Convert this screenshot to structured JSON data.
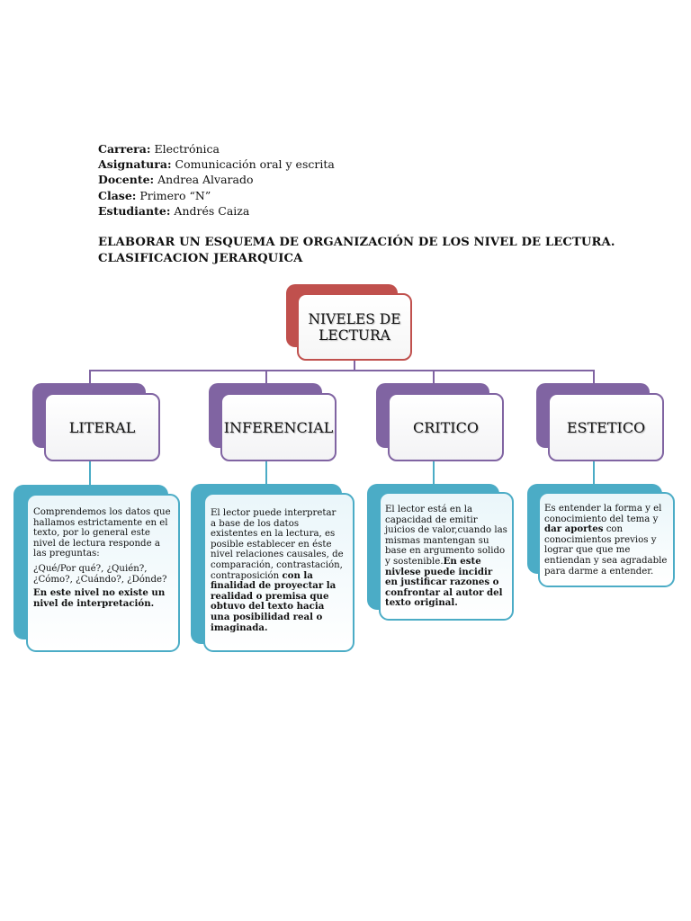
{
  "header": {
    "career_label": "Carrera:",
    "career_value": " Electrónica",
    "subject_label": "Asignatura:",
    "subject_value": " Comunicación oral y escrita",
    "teacher_label": "Docente:",
    "teacher_value": " Andrea Alvarado",
    "class_label": "Clase:",
    "class_value": " Primero “N”",
    "student_label": "Estudiante:",
    "student_value": " Andrés Caiza"
  },
  "task": {
    "line1": "ELABORAR UN ESQUEMA DE ORGANIZACIÓN DE LOS NIVEL DE LECTURA.",
    "line2": "CLASIFICACION JERARQUICA"
  },
  "diagram": {
    "root": {
      "line1": "NIVELES DE",
      "line2": "LECTURA"
    },
    "levels": [
      {
        "title": "LITERAL"
      },
      {
        "title": "INFERENCIAL"
      },
      {
        "title": "CRITICO"
      },
      {
        "title": "ESTETICO"
      }
    ],
    "cards": {
      "literal": {
        "p1": "Comprendemos los datos que hallamos estrictamente en el texto, por lo general este nivel de lectura responde a las preguntas:",
        "p2": "¿Qué/Por qué?, ¿Quién?,¿Cómo?, ¿Cuándo?, ¿Dónde?",
        "p3": "En este nivel no existe un nivel de interpretación."
      },
      "inferencial": {
        "normal": "El lector puede interpretar a base de los datos existentes en la lectura, es posible establecer en éste nivel relaciones causales, de comparación, contrastación, contraposición ",
        "bold": "con la finalidad de proyectar la realidad o premisa que obtuvo del texto hacia una posibilidad real o imaginada."
      },
      "critico": {
        "normal": "El lector está en la capacidad de emitir juicios de valor,cuando las mismas mantengan su base en argumento solido y sostenible.",
        "bold": "En este nivlese puede incidir en justificar razones o confrontar al autor del texto original."
      },
      "estetico": {
        "normal1": "Es entender la forma y el conocimiento del tema y ",
        "bold": "dar aportes",
        "normal2": " con conocimientos previos y lograr que que me entiendan y sea agradable para darme a entender."
      }
    },
    "colors": {
      "root": "#c0504d",
      "level": "#8064a2",
      "card": "#4bacc6"
    }
  }
}
